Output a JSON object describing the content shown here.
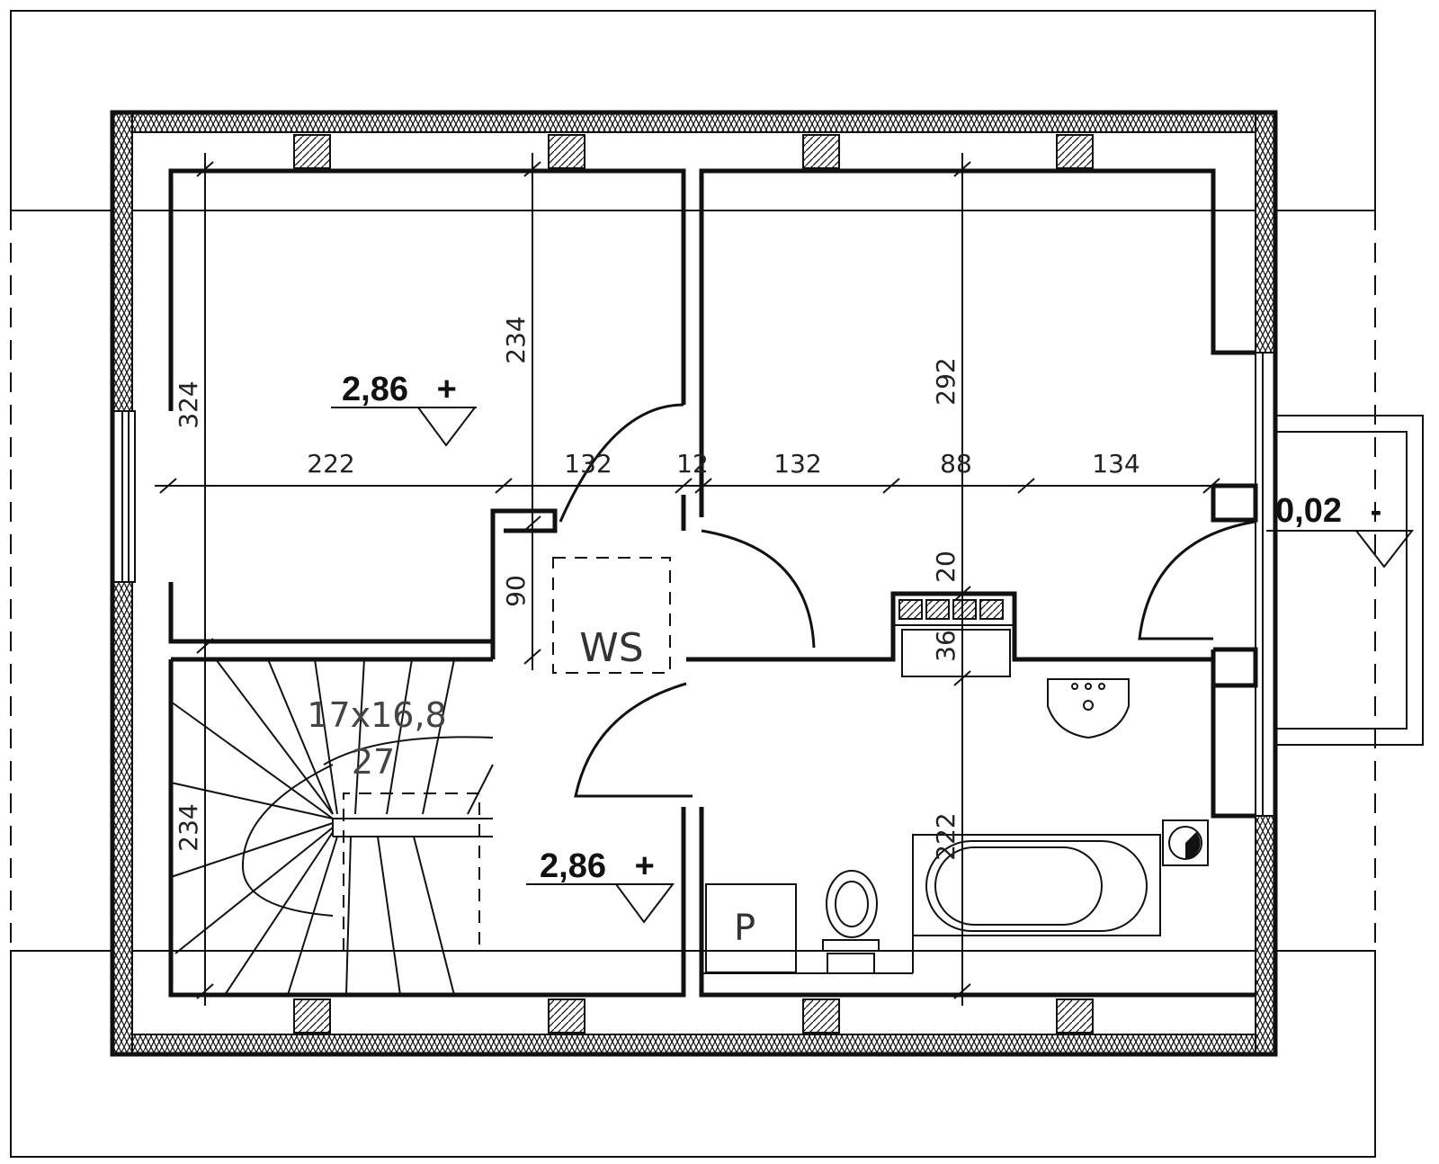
{
  "floor_plan": {
    "levels": [
      "2,86 +",
      "2,86 +",
      "0,02 -"
    ],
    "dimensions": {
      "horizontal": [
        "222",
        "132",
        "12",
        "132",
        "88",
        "134"
      ],
      "vertical": [
        "234",
        "292",
        "324",
        "90",
        "20",
        "36",
        "222",
        "234"
      ]
    },
    "stair": {
      "size": "17x16,8",
      "count": "27"
    },
    "labels": {
      "wardrobe": "WS",
      "boiler": "P"
    },
    "colors": {
      "line": "#111111",
      "background": "#ffffff"
    }
  }
}
